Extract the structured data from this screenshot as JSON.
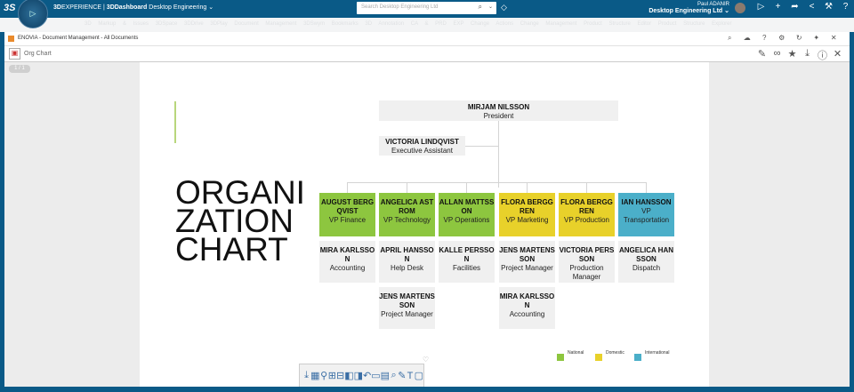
{
  "topbar": {
    "brand_bold": "3D",
    "brand_rest": "EXPERIENCE | ",
    "app": "3DDashboard",
    "dashboard": "Desktop Engineering",
    "search_placeholder": "Search Desktop Engineering Ltd",
    "user_name": "Paul ADANIR",
    "user_org": "Desktop Engineering Ltd"
  },
  "tabs": "3D Markup & Issues 3DSpace 3DDrive 3DPlay Document Management 3DSwym Bookmarks 3D Annotation CA & PRD EXP Change Actions Change Management Product Structure Editor Product Structure Explorer",
  "widget": {
    "title": "ENOVIA - Document Management - All Documents",
    "doc_label": "Org Chart",
    "page_indicator": "1 / 1"
  },
  "chart": {
    "title": "ORGANIZATION CHART",
    "president": {
      "name": "MIRJAM NILSSON",
      "role": "President"
    },
    "assistant": {
      "name": "VICTORIA LINDQVIST",
      "role": "Executive Assistant"
    },
    "vps": [
      {
        "name": "AUGUST BERGQVIST",
        "role": "VP Finance",
        "color": "#8dc63f"
      },
      {
        "name": "ANGELICA ASTROM",
        "role": "VP Technology",
        "color": "#8dc63f"
      },
      {
        "name": "ALLAN MATTSSON",
        "role": "VP Operations",
        "color": "#8dc63f"
      },
      {
        "name": "FLORA BERGGREN",
        "role": "VP Marketing",
        "color": "#e8d12a"
      },
      {
        "name": "FLORA BERGGREN",
        "role": "VP Production",
        "color": "#e8d12a"
      },
      {
        "name": "IAN HANSSON",
        "role": "VP Transportation",
        "color": "#4bafc9"
      }
    ],
    "staff": [
      {
        "name": "MIRA KARLSSON",
        "role": "Accounting"
      },
      {
        "name": "APRIL HANSSON",
        "role": "Help Desk"
      },
      {
        "name": "KALLE PERSSON",
        "role": "Facilities"
      },
      {
        "name": "JENS MARTENSSON",
        "role": "Project Manager"
      },
      {
        "name": "VICTORIA PERSSON",
        "role": "Production Manager"
      },
      {
        "name": "ANGELICA HANSSON",
        "role": "Dispatch"
      },
      {
        "name": "JENS MARTENSSON",
        "role": "Project Manager"
      },
      {
        "name": "MIRA KARLSSON",
        "role": "Accounting"
      }
    ],
    "legend": [
      {
        "label": "National",
        "color": "#8dc63f"
      },
      {
        "label": "Domestic",
        "color": "#e8d12a"
      },
      {
        "label": "International",
        "color": "#4bafc9"
      }
    ]
  }
}
